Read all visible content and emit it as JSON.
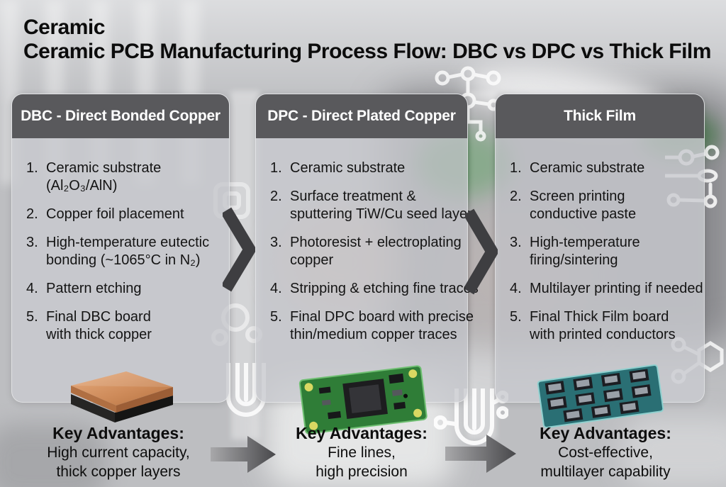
{
  "title": {
    "line1": "Ceramic",
    "line2": "Ceramic PCB Manufacturing Process Flow: DBC vs DPC vs Thick Film"
  },
  "columns": [
    {
      "header": "DBC - Direct Bonded Copper",
      "steps": [
        {
          "num": "1.",
          "text": "Ceramic substrate\n(Al₂O₃/AlN)"
        },
        {
          "num": "2.",
          "text": "Copper foil placement"
        },
        {
          "num": "3.",
          "text": "High-temperature eutectic\nbonding (~1065°C in N₂)"
        },
        {
          "num": "4.",
          "text": "Pattern etching"
        },
        {
          "num": "5.",
          "text": "Final DBC board\nwith thick copper"
        }
      ],
      "image": "copper-clad-ceramic-block-photo",
      "advantages_title": "Key Advantages:",
      "advantages": "High current capacity,\nthick copper layers"
    },
    {
      "header": "DPC - Direct Plated Copper",
      "steps": [
        {
          "num": "1.",
          "text": "Ceramic substrate"
        },
        {
          "num": "2.",
          "text": "Surface treatment &\nsputtering TiW/Cu seed layer"
        },
        {
          "num": "3.",
          "text": "Photoresist + electroplating\ncopper"
        },
        {
          "num": "4.",
          "text": "Stripping & etching fine traces"
        },
        {
          "num": "5.",
          "text": "Final DPC board with precise\nthin/medium copper traces"
        }
      ],
      "image": "green-pcb-module-photo",
      "advantages_title": "Key Advantages:",
      "advantages": "Fine lines,\nhigh precision"
    },
    {
      "header": "Thick Film",
      "steps": [
        {
          "num": "1.",
          "text": "Ceramic substrate"
        },
        {
          "num": "2.",
          "text": "Screen printing\nconductive paste"
        },
        {
          "num": "3.",
          "text": "High-temperature\nfiring/sintering"
        },
        {
          "num": "4.",
          "text": "Multilayer printing if needed"
        },
        {
          "num": "5.",
          "text": "Final Thick Film board\nwith printed conductors"
        }
      ],
      "image": "thick-film-multichip-board-photo",
      "advantages_title": "Key Advantages:",
      "advantages": "Cost-effective,\nmultilayer capability"
    }
  ],
  "icons": [
    "flow-chevron-icon",
    "flow-arrow-icon",
    "circuit-nodes-icon",
    "circuit-loop-trace-icon",
    "hex-node-circuit-icon",
    "circles-cluster-icon",
    "rounded-squares-icon"
  ],
  "colors": {
    "header_bg": "#59595c",
    "panel_bg": "rgba(201,202,207,0.80)",
    "chevron": "#3e3e41",
    "arrow_dark": "#48484b",
    "arrow_light": "#a8a8aa",
    "copper": "#c98752",
    "pcb_green": "#2f7d37",
    "board_teal": "#2a6f74"
  }
}
